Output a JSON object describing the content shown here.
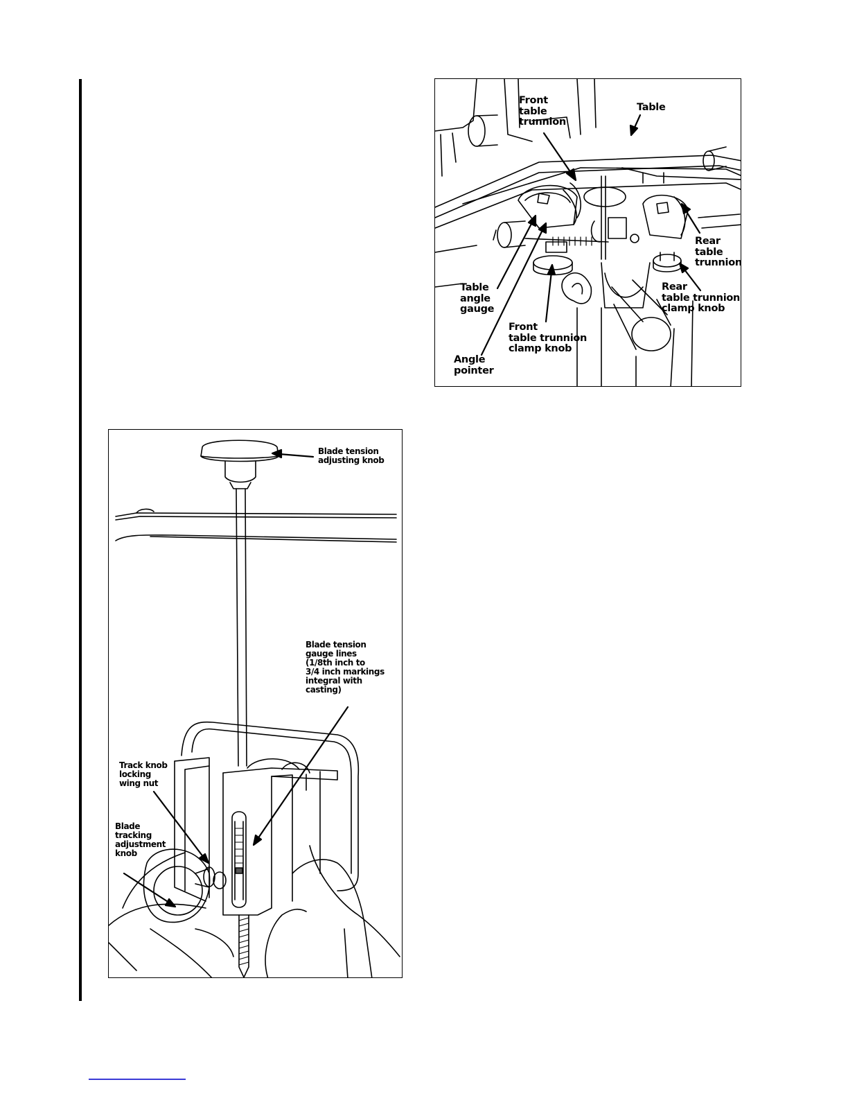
{
  "figure_trunnion": {
    "labels": {
      "front_table_trunnion": "Front\ntable\ntrunnion",
      "table": "Table",
      "rear_table_trunnion": "Rear\ntable\ntrunnion",
      "table_angle_gauge": "Table\nangle\ngauge",
      "rear_table_trunnion_clamp_knob": "Rear\ntable trunnion\nclamp knob",
      "front_table_trunnion_clamp_knob": "Front\ntable trunnion\nclamp knob",
      "angle_pointer": "Angle\npointer"
    }
  },
  "figure_tension": {
    "labels": {
      "blade_tension_adjusting_knob": "Blade tension\nadjusting knob",
      "blade_tension_gauge_lines": "Blade tension\ngauge lines\n(1/8th inch to\n3/4 inch markings\nintegral with\ncasting)",
      "track_knob_locking_wing_nut": "Track knob\nlocking\nwing nut",
      "blade_tracking_adjustment_knob": "Blade\ntracking\nadjustment\nknob"
    }
  }
}
